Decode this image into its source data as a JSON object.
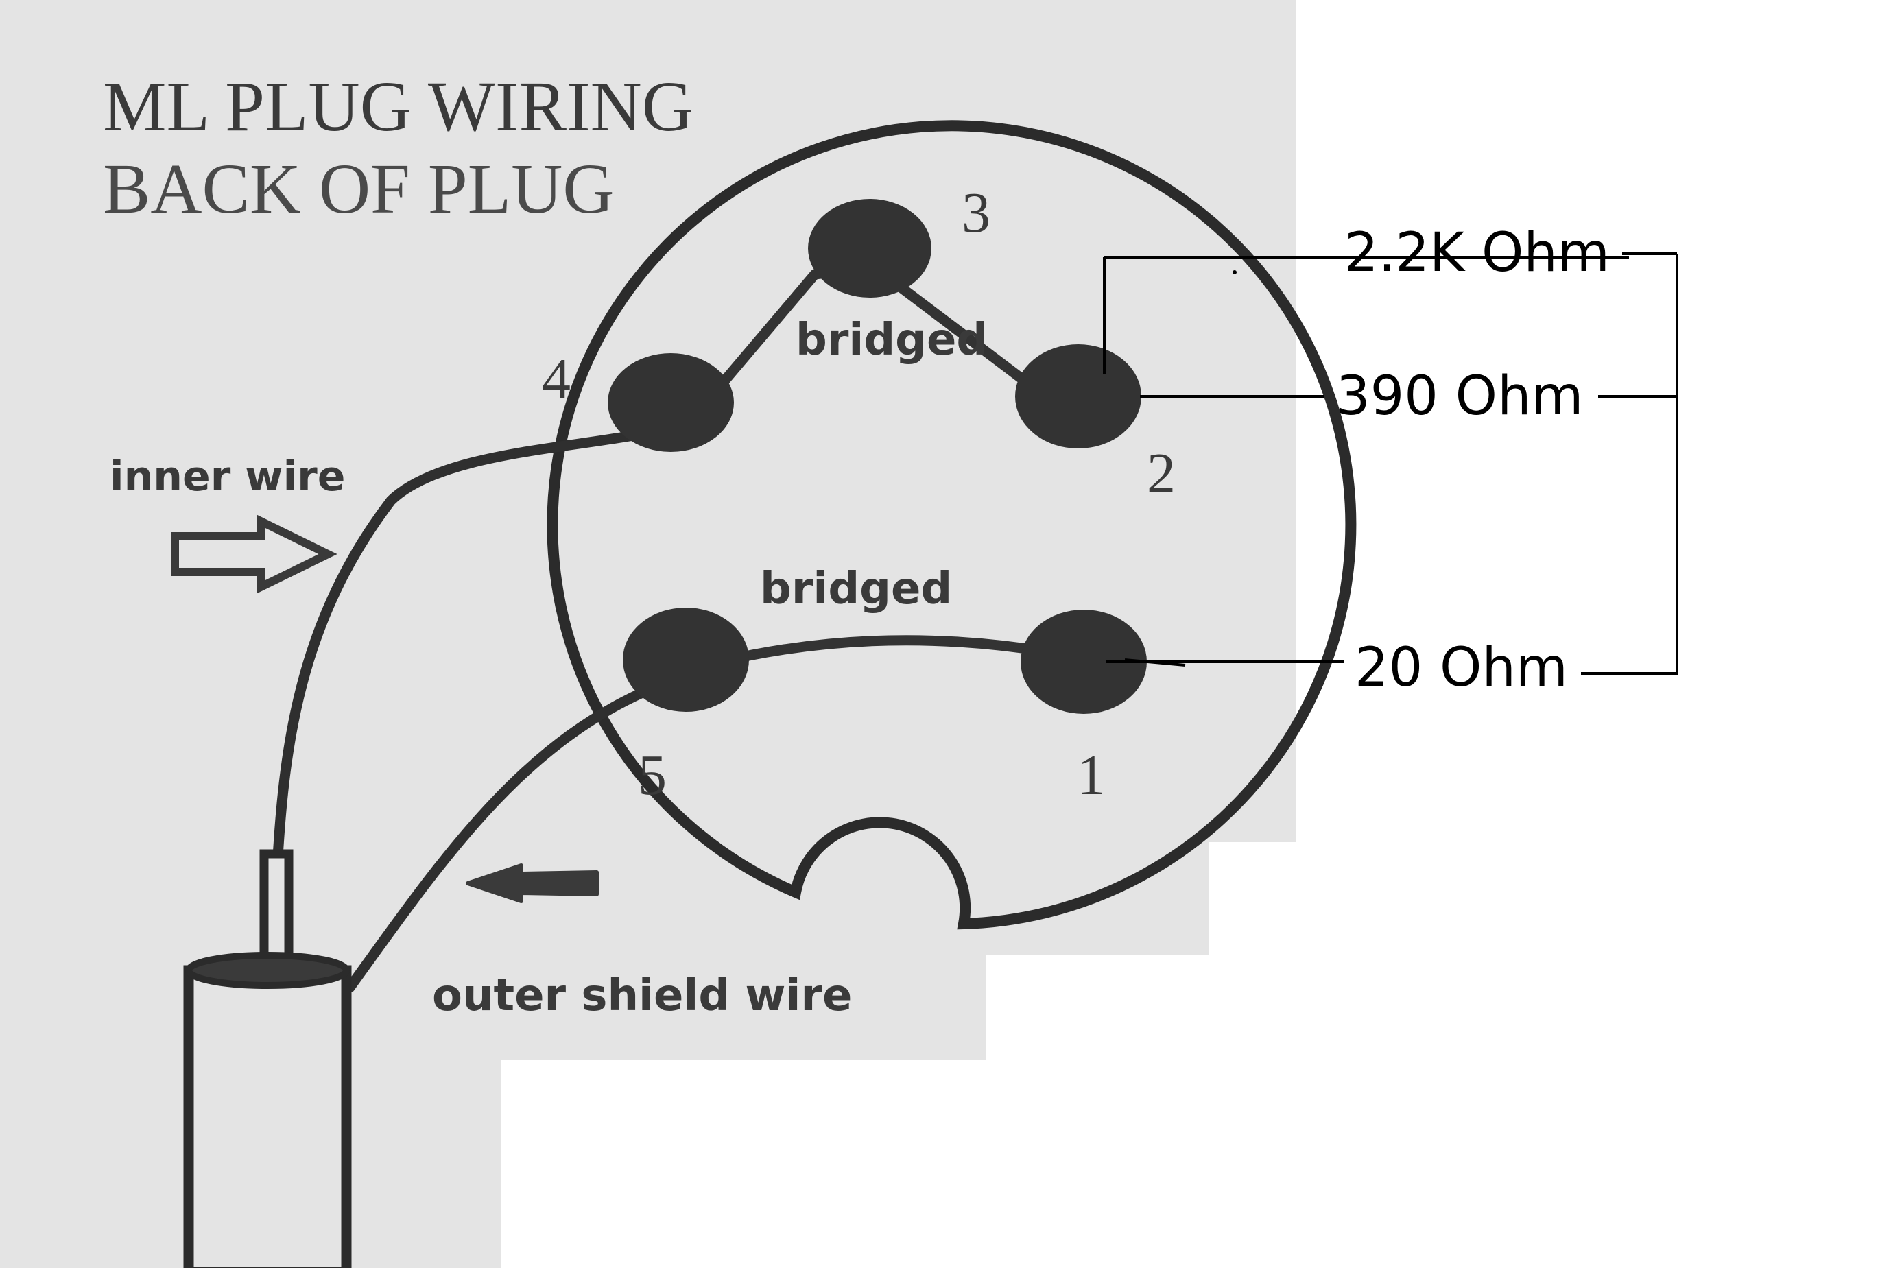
{
  "title": {
    "line1": "ML PLUG WIRING",
    "line2": "BACK OF PLUG"
  },
  "pins": [
    {
      "number": "1"
    },
    {
      "number": "2"
    },
    {
      "number": "3"
    },
    {
      "number": "4"
    },
    {
      "number": "5"
    }
  ],
  "bridges": {
    "upper": "bridged",
    "lower": "bridged"
  },
  "wires": {
    "inner": "inner wire",
    "outer": "outer shield wire"
  },
  "resistances": {
    "r1": "2.2K Ohm",
    "r2": "390 Ohm",
    "r3": "20 Ohm"
  },
  "colors": {
    "paper": "#e4e4e4",
    "ink": "#2b2b2b",
    "annotation_ink": "#000000",
    "background": "#ffffff"
  }
}
